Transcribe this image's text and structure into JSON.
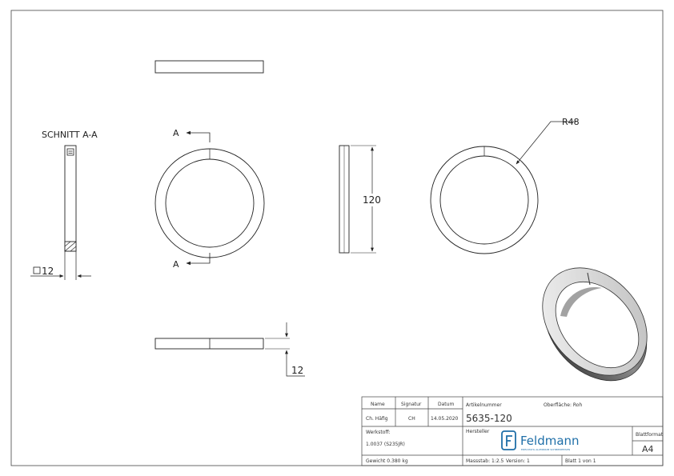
{
  "drawing": {
    "section_title": "SCHNITT A-A",
    "section_marker": "A",
    "dim_square": "12",
    "dim_height": "120",
    "dim_radius": "R48",
    "dim_thickness": "12"
  },
  "title_block": {
    "h_name": "Name",
    "h_signatur": "Signatur",
    "h_datum": "Datum",
    "name": "Ch. Häfig",
    "signatur": "CH",
    "datum": "14.05.2020",
    "artikel_label": "Artikelnummer",
    "artikel_value": "5635-120",
    "oberflaeche": "Oberfläche: Roh",
    "werkstoff_label": "Werkstoff:",
    "werkstoff_value": "1.0037 (S235JR)",
    "hersteller_label": "Hersteller",
    "brand_name": "Feldmann",
    "brand_tagline": "EDELSTAHL ALUMINIUM SCHMIEDEEISEN",
    "blattformat_label": "Blattformat",
    "blattformat_value": "A4",
    "gewicht": "Gewicht 0.380 kg",
    "massstab": "Massstab: 1:2.5",
    "version": "Version: 1",
    "blatt": "Blatt 1 von 1"
  }
}
